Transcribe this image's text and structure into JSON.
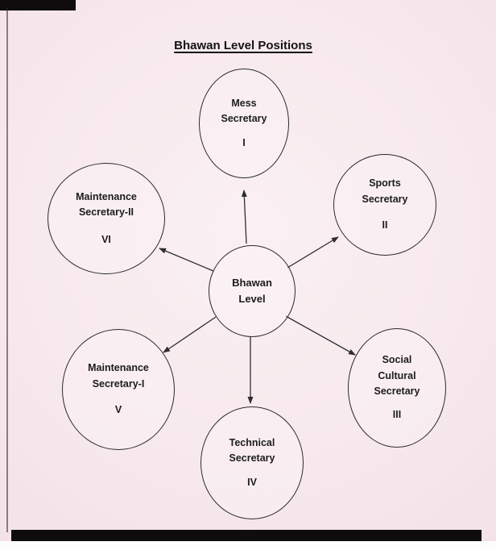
{
  "title": "Bhawan Level Positions",
  "center": {
    "lines": [
      "Bhawan",
      "Level"
    ]
  },
  "nodes": [
    {
      "id": "mess-secretary",
      "lines": [
        "Mess",
        "Secretary"
      ],
      "numeral": "I"
    },
    {
      "id": "sports-secretary",
      "lines": [
        "Sports",
        "Secretary"
      ],
      "numeral": "II"
    },
    {
      "id": "social-cultural-secretary",
      "lines": [
        "Social",
        "Cultural",
        "Secretary"
      ],
      "numeral": "III"
    },
    {
      "id": "technical-secretary",
      "lines": [
        "Technical",
        "Secretary"
      ],
      "numeral": "IV"
    },
    {
      "id": "maintenance-secretary-1",
      "lines": [
        "Maintenance",
        "Secretary-I"
      ],
      "numeral": "V"
    },
    {
      "id": "maintenance-secretary-2",
      "lines": [
        "Maintenance",
        "Secretary-II"
      ],
      "numeral": "VI"
    }
  ],
  "colors": {
    "paper": "#f7e9ed",
    "ink": "#1c1c1c",
    "line": "#2e2e2e"
  }
}
